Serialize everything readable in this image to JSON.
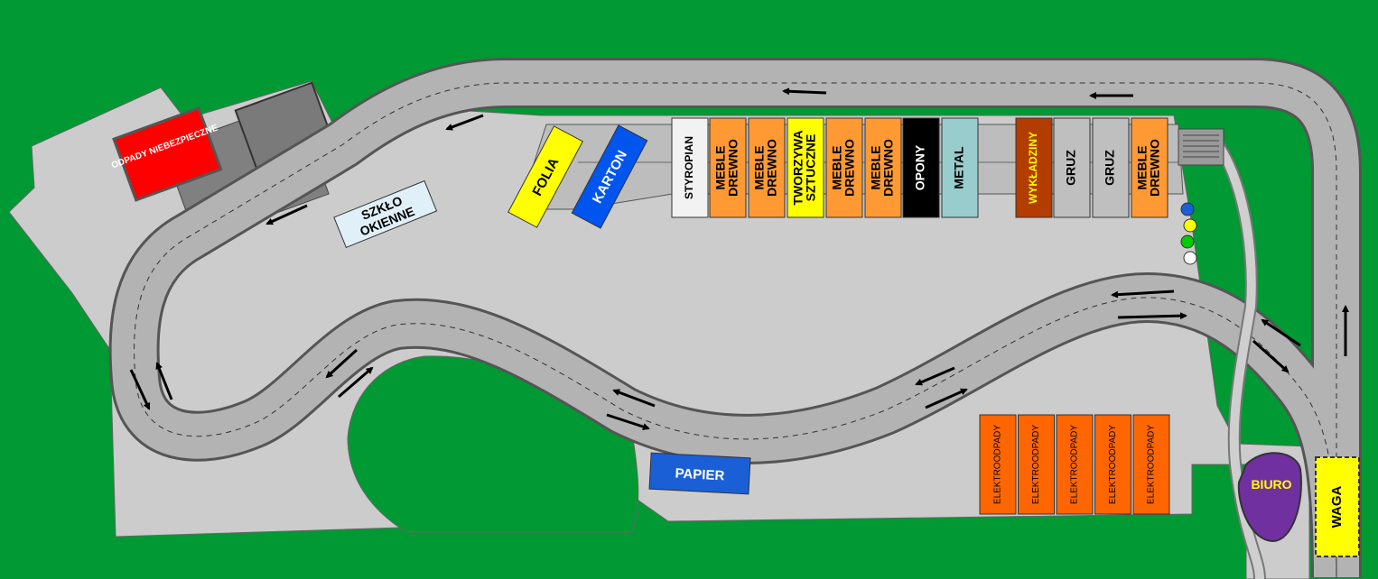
{
  "map": {
    "colors": {
      "grass": "#009933",
      "yard": "#cccccc",
      "road": "#b3b3b3",
      "road_edge": "#555555",
      "building": "#808080"
    },
    "containers": {
      "odpady": "ODPADY NIEBEZPIECZNE",
      "folia": "FOLIA",
      "karton": "KARTON",
      "szklo_line1": "SZKŁO",
      "szklo_line2": "OKIENNE",
      "papier": "PAPIER"
    },
    "top_row": [
      {
        "lines": [
          "STYROPIAN"
        ],
        "color": "#f2f2f2",
        "text_color": "#000000"
      },
      {
        "lines": [
          "MEBLE",
          "DREWNO"
        ],
        "color": "#ff9933",
        "text_color": "#000000"
      },
      {
        "lines": [
          "MEBLE",
          "DREWNO"
        ],
        "color": "#ff9933",
        "text_color": "#000000"
      },
      {
        "lines": [
          "TWORZYWA",
          "SZTUCZNE"
        ],
        "color": "#ffff00",
        "text_color": "#000000"
      },
      {
        "lines": [
          "MEBLE",
          "DREWNO"
        ],
        "color": "#ff9933",
        "text_color": "#000000"
      },
      {
        "lines": [
          "MEBLE",
          "DREWNO"
        ],
        "color": "#ff9933",
        "text_color": "#000000"
      },
      {
        "lines": [
          "OPONY"
        ],
        "color": "#000000",
        "text_color": "#ffffff"
      },
      {
        "lines": [
          "METAL"
        ],
        "color": "#99cccc",
        "text_color": "#000000"
      },
      {
        "lines": [
          "WYKŁADZINY"
        ],
        "color": "#b33c00",
        "text_color": "#ffff00"
      },
      {
        "lines": [
          "GRUZ"
        ],
        "color": "#bfbfbf",
        "text_color": "#000000"
      },
      {
        "lines": [
          "GRUZ"
        ],
        "color": "#bfbfbf",
        "text_color": "#000000"
      },
      {
        "lines": [
          "MEBLE",
          "DREWNO"
        ],
        "color": "#ff9933",
        "text_color": "#000000"
      }
    ],
    "elektro": [
      "ELEKTROODPADY",
      "ELEKTROODPADY",
      "ELEKTROODPADY",
      "ELEKTROODPADY",
      "ELEKTROODPADY"
    ],
    "elektro_color": "#ff6600",
    "biuro": "BIURO",
    "waga": "WAGA",
    "bins": [
      "#1a5fd6",
      "#ffff00",
      "#00cc00",
      "#ffffff"
    ]
  }
}
